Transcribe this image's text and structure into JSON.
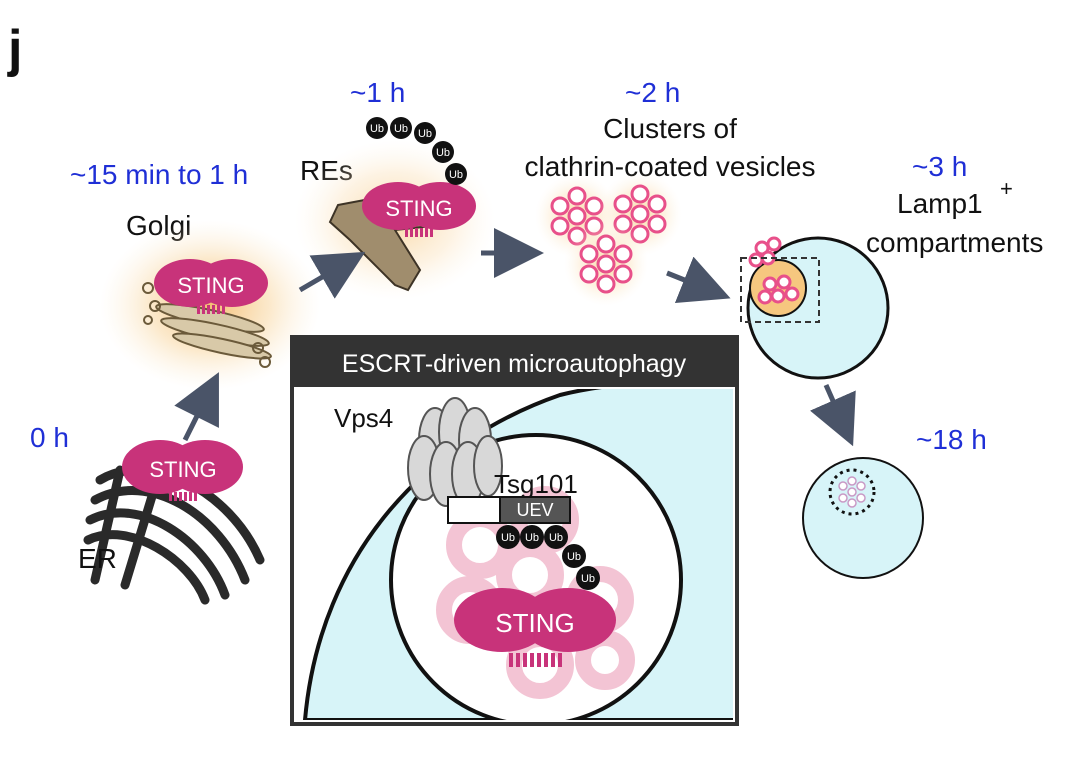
{
  "panel_letter": "j",
  "colors": {
    "time_label": "#1f2fd6",
    "sting_magenta": "#c8337a",
    "glow": "#f2b25a",
    "lumen": "#d7f4f8",
    "arrow": "#4a5468",
    "escrt_header": "#333333"
  },
  "stages": {
    "er": {
      "time": "0 h",
      "organelle": "ER",
      "protein": "STING"
    },
    "golgi": {
      "time": "~15 min to 1 h",
      "organelle": "Golgi",
      "protein": "STING"
    },
    "res": {
      "time": "~1 h",
      "organelle": "REs",
      "protein": "STING",
      "ubiquitin": "Ub"
    },
    "ccv": {
      "time": "~2 h",
      "organelle_line1": "Clusters of",
      "organelle_line2": "clathrin-coated vesicles"
    },
    "lamp1": {
      "time": "~3 h",
      "organelle_line1": "Lamp1",
      "organelle_sup": "+",
      "organelle_line2": "compartments"
    },
    "late": {
      "time": "~18 h"
    }
  },
  "inset": {
    "title": "ESCRT-driven microautophagy",
    "vps4": "Vps4",
    "tsg101": "Tsg101",
    "uev": "UEV",
    "protein": "STING",
    "ubiquitin": "Ub"
  }
}
